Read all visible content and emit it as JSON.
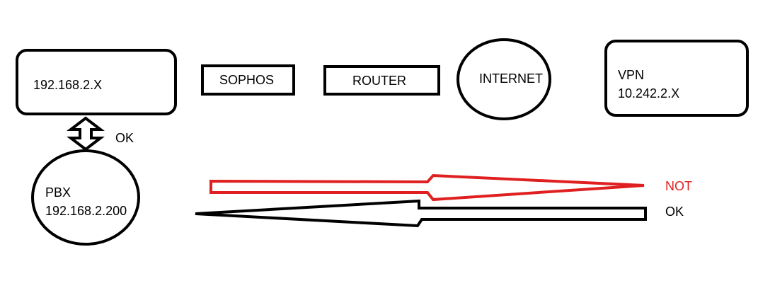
{
  "nodes": {
    "lan": {
      "label": "192.168.2.X"
    },
    "sophos": {
      "label": "SOPHOS"
    },
    "router": {
      "label": "ROUTER"
    },
    "internet": {
      "label": "INTERNET"
    },
    "vpn": {
      "label_line1": "VPN",
      "label_line2": "10.242.2.X"
    },
    "pbx": {
      "label_line1": "PBX",
      "label_line2": "192.168.2.200"
    }
  },
  "links": {
    "lan_pbx": {
      "status": "OK"
    },
    "vpn_to_pbx_red": {
      "status": "NOT",
      "color": "#e02020"
    },
    "vpn_to_pbx_black": {
      "status": "OK",
      "color": "#000000"
    }
  }
}
